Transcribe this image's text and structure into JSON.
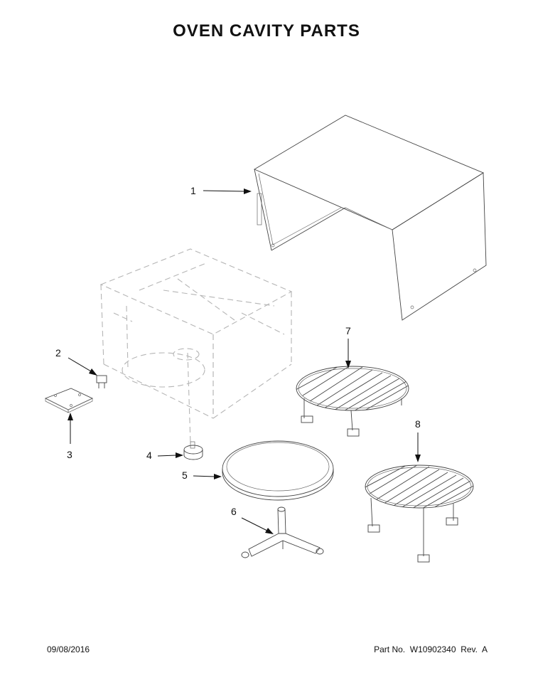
{
  "header": {
    "title": "OVEN CAVITY PARTS"
  },
  "callouts": [
    "1",
    "2",
    "3",
    "4",
    "5",
    "6",
    "7",
    "8"
  ],
  "footer": {
    "date": "09/08/2016",
    "part_info": "Part No.  W10902340  Rev.  A"
  }
}
